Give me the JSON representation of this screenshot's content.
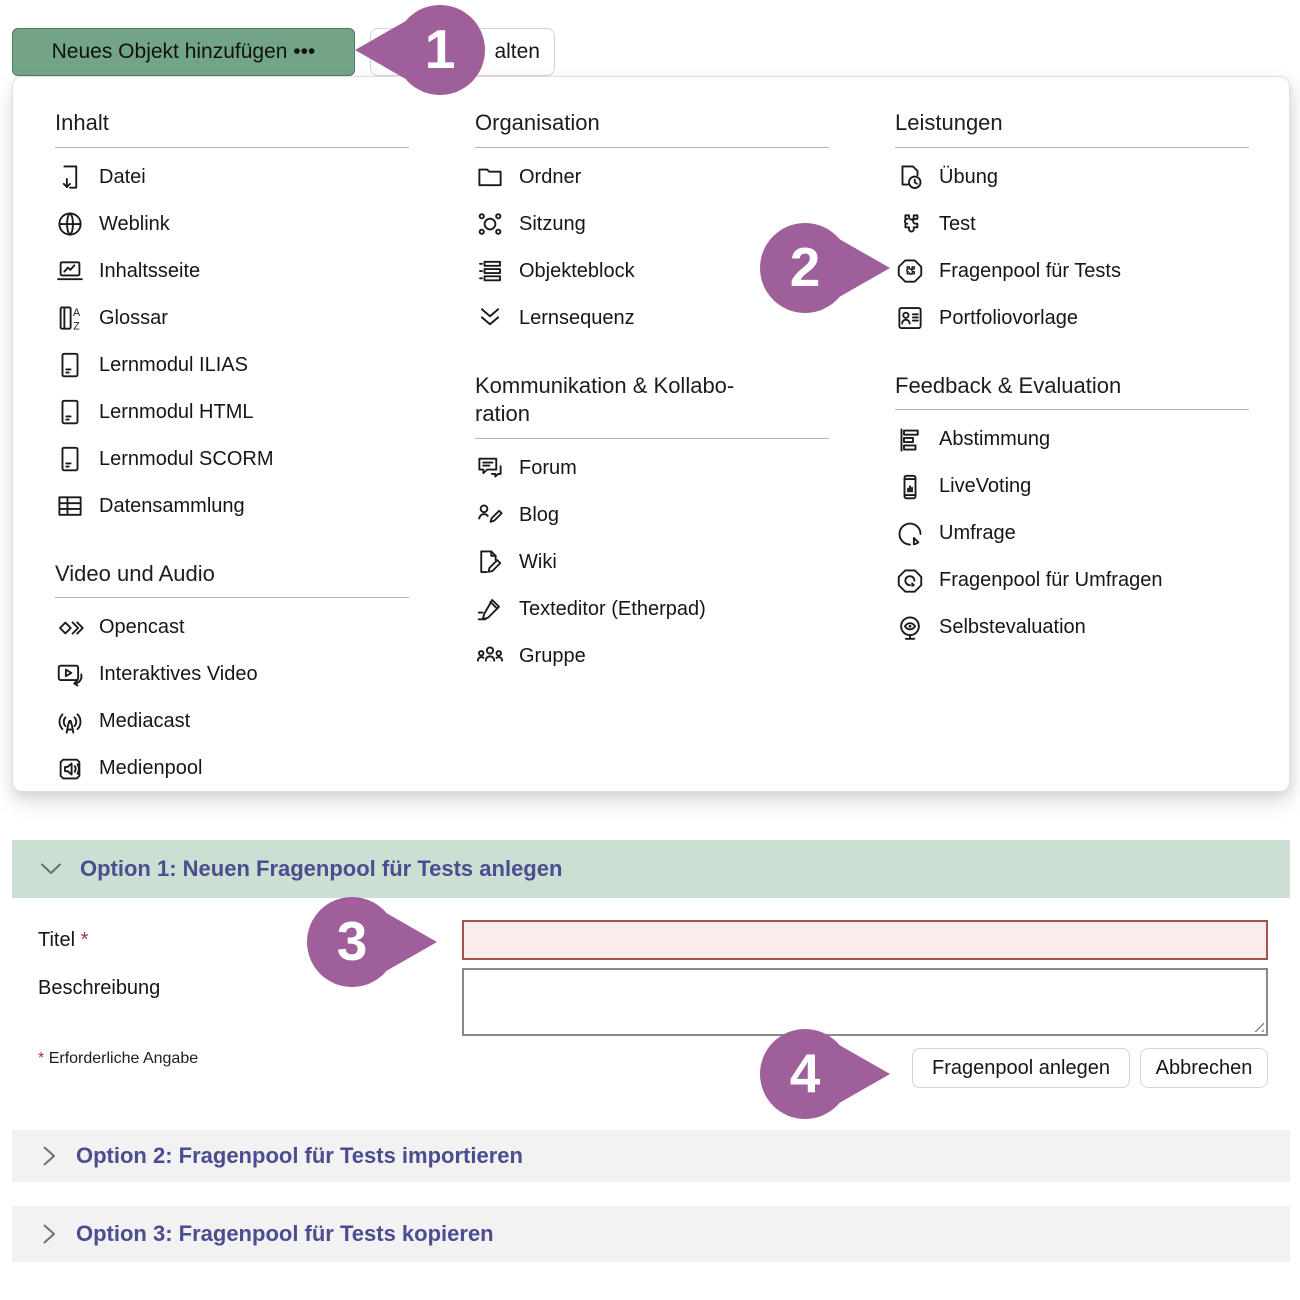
{
  "toolbar": {
    "add_object_label": "Neues Objekt hinzufügen •••",
    "secondary_button_visible_text": "alten"
  },
  "callouts": [
    "1",
    "2",
    "3",
    "4"
  ],
  "menu": {
    "columns": [
      {
        "sections": [
          {
            "title": "Inhalt",
            "items": [
              {
                "icon": "file-download-icon",
                "label": "Datei"
              },
              {
                "icon": "globe-icon",
                "label": "Weblink"
              },
              {
                "icon": "content-page-icon",
                "label": "Inhaltsseite"
              },
              {
                "icon": "glossary-icon",
                "label": "Glossar"
              },
              {
                "icon": "learning-module-icon",
                "label": "Lernmodul ILIAS"
              },
              {
                "icon": "learning-module-icon",
                "label": "Lernmodul HTML"
              },
              {
                "icon": "learning-module-icon",
                "label": "Lernmodul SCORM"
              },
              {
                "icon": "table-icon",
                "label": "Datensammlung"
              }
            ]
          },
          {
            "title": "Video und Audio",
            "items": [
              {
                "icon": "opencast-icon",
                "label": "Opencast"
              },
              {
                "icon": "interactive-video-icon",
                "label": "Interaktives Video"
              },
              {
                "icon": "broadcast-icon",
                "label": "Mediacast"
              },
              {
                "icon": "speaker-icon",
                "label": "Medienpool"
              }
            ]
          }
        ]
      },
      {
        "sections": [
          {
            "title": "Organisation",
            "items": [
              {
                "icon": "folder-icon",
                "label": "Ordner"
              },
              {
                "icon": "session-icon",
                "label": "Sitzung"
              },
              {
                "icon": "object-block-icon",
                "label": "Objekteblock"
              },
              {
                "icon": "sequence-icon",
                "label": "Lernsequenz"
              }
            ]
          },
          {
            "title": "Kommunikation & Kollabo-\nration",
            "items": [
              {
                "icon": "forum-icon",
                "label": "Forum"
              },
              {
                "icon": "blog-icon",
                "label": "Blog"
              },
              {
                "icon": "wiki-icon",
                "label": "Wiki"
              },
              {
                "icon": "etherpad-icon",
                "label": "Texteditor (Etherpad)"
              },
              {
                "icon": "group-icon",
                "label": "Gruppe"
              }
            ]
          }
        ]
      },
      {
        "sections": [
          {
            "title": "Leistungen",
            "items": [
              {
                "icon": "exercise-icon",
                "label": "Übung"
              },
              {
                "icon": "puzzle-icon",
                "label": "Test"
              },
              {
                "icon": "question-pool-icon",
                "label": "Fragenpool für Tests"
              },
              {
                "icon": "portfolio-icon",
                "label": "Portfoliovorlage"
              }
            ]
          },
          {
            "title": "Feedback & Evaluation",
            "items": [
              {
                "icon": "bar-chart-icon",
                "label": "Abstimmung"
              },
              {
                "icon": "live-voting-icon",
                "label": "LiveVoting"
              },
              {
                "icon": "pie-chart-icon",
                "label": "Umfrage"
              },
              {
                "icon": "survey-pool-icon",
                "label": "Fragenpool für Umfragen"
              },
              {
                "icon": "self-evaluation-icon",
                "label": "Selbstevaluation"
              }
            ]
          }
        ]
      }
    ]
  },
  "form": {
    "section_title": "Option 1: Neuen Fragenpool für Tests anlegen",
    "title_label": "Titel",
    "required_marker": "*",
    "title_value": "",
    "description_label": "Beschreibung",
    "description_value": "",
    "required_note": "Erforderliche Angabe",
    "submit_label": "Fragenpool anlegen",
    "cancel_label": "Abbrechen"
  },
  "accordions": [
    {
      "title": "Option 2: Fragenpool für Tests importieren"
    },
    {
      "title": "Option 3: Fragenpool für Tests kopieren"
    }
  ],
  "colors": {
    "accent_green": "#72A588",
    "callout_purple": "#9E5F9A",
    "section_green_bg": "#CBDFD3",
    "heading_purple": "#4A4D90",
    "error_border": "#A4504D",
    "error_bg": "#FCECEC"
  }
}
